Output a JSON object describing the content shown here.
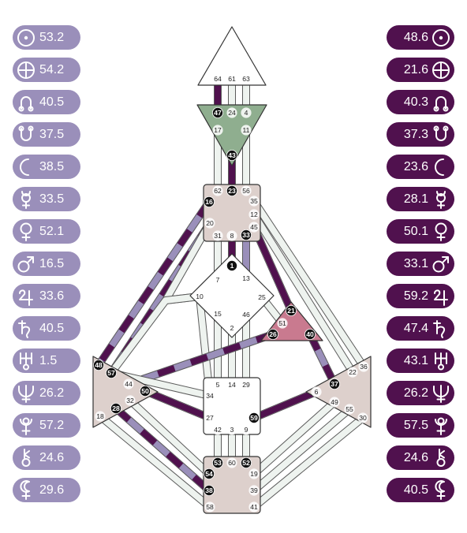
{
  "personality": [
    {
      "planet": "sun",
      "icon": "sun-icon",
      "value": "48.6"
    },
    {
      "planet": "earth",
      "icon": "earth-icon",
      "value": "21.6"
    },
    {
      "planet": "north-node",
      "icon": "north-node-icon",
      "value": "40.3"
    },
    {
      "planet": "south-node",
      "icon": "south-node-icon",
      "value": "37.3"
    },
    {
      "planet": "moon",
      "icon": "moon-icon",
      "value": "23.6"
    },
    {
      "planet": "mercury",
      "icon": "mercury-icon",
      "value": "28.1"
    },
    {
      "planet": "venus",
      "icon": "venus-icon",
      "value": "50.1"
    },
    {
      "planet": "mars",
      "icon": "mars-icon",
      "value": "33.1"
    },
    {
      "planet": "jupiter",
      "icon": "jupiter-icon",
      "value": "59.2"
    },
    {
      "planet": "saturn",
      "icon": "saturn-icon",
      "value": "47.4"
    },
    {
      "planet": "uranus",
      "icon": "uranus-icon",
      "value": "43.1"
    },
    {
      "planet": "neptune",
      "icon": "neptune-icon",
      "value": "26.2"
    },
    {
      "planet": "pluto",
      "icon": "pluto-icon",
      "value": "57.5"
    },
    {
      "planet": "chiron",
      "icon": "chiron-icon",
      "value": "24.6"
    },
    {
      "planet": "lilith",
      "icon": "lilith-icon",
      "value": "40.5"
    }
  ],
  "design": [
    {
      "planet": "sun",
      "icon": "sun-icon",
      "value": "53.2"
    },
    {
      "planet": "earth",
      "icon": "earth-icon",
      "value": "54.2"
    },
    {
      "planet": "north-node",
      "icon": "north-node-icon",
      "value": "40.5"
    },
    {
      "planet": "south-node",
      "icon": "south-node-icon",
      "value": "37.5"
    },
    {
      "planet": "moon",
      "icon": "moon-icon",
      "value": "38.5"
    },
    {
      "planet": "mercury",
      "icon": "mercury-icon",
      "value": "33.5"
    },
    {
      "planet": "venus",
      "icon": "venus-icon",
      "value": "52.1"
    },
    {
      "planet": "mars",
      "icon": "mars-icon",
      "value": "16.5"
    },
    {
      "planet": "jupiter",
      "icon": "jupiter-icon",
      "value": "33.6"
    },
    {
      "planet": "saturn",
      "icon": "saturn-icon",
      "value": "40.5"
    },
    {
      "planet": "uranus",
      "icon": "uranus-icon",
      "value": "1.5"
    },
    {
      "planet": "neptune",
      "icon": "neptune-icon",
      "value": "26.2"
    },
    {
      "planet": "pluto",
      "icon": "pluto-icon",
      "value": "57.2"
    },
    {
      "planet": "chiron",
      "icon": "chiron-icon",
      "value": "24.6"
    },
    {
      "planet": "lilith",
      "icon": "lilith-icon",
      "value": "29.6"
    }
  ],
  "colors": {
    "design": "#9a8fba",
    "personality": "#50114e",
    "channel_open": "#eef3ef",
    "center_head": "#ffffff",
    "center_ajna": "#8fae8f",
    "center_ego": "#c97a8f",
    "center_defined": "#ddd0cc",
    "center_open": "#ffffff"
  },
  "centers": [
    {
      "id": "head",
      "defined": false
    },
    {
      "id": "ajna",
      "defined": true
    },
    {
      "id": "throat",
      "defined": true
    },
    {
      "id": "g",
      "defined": false
    },
    {
      "id": "ego",
      "defined": true
    },
    {
      "id": "spleen",
      "defined": true
    },
    {
      "id": "solar-plexus",
      "defined": true
    },
    {
      "id": "sacral",
      "defined": false
    },
    {
      "id": "root",
      "defined": true
    }
  ],
  "gates": [
    {
      "num": "64",
      "active": false
    },
    {
      "num": "61",
      "active": false
    },
    {
      "num": "63",
      "active": false
    },
    {
      "num": "47",
      "active": true
    },
    {
      "num": "24",
      "active": false
    },
    {
      "num": "4",
      "active": false
    },
    {
      "num": "17",
      "active": false
    },
    {
      "num": "11",
      "active": false
    },
    {
      "num": "43",
      "active": true
    },
    {
      "num": "62",
      "active": false
    },
    {
      "num": "23",
      "active": true
    },
    {
      "num": "56",
      "active": false
    },
    {
      "num": "16",
      "active": true
    },
    {
      "num": "35",
      "active": false
    },
    {
      "num": "12",
      "active": false
    },
    {
      "num": "20",
      "active": false
    },
    {
      "num": "45",
      "active": false
    },
    {
      "num": "31",
      "active": false
    },
    {
      "num": "8",
      "active": false
    },
    {
      "num": "33",
      "active": true
    },
    {
      "num": "1",
      "active": true
    },
    {
      "num": "7",
      "active": false
    },
    {
      "num": "13",
      "active": false
    },
    {
      "num": "10",
      "active": false
    },
    {
      "num": "25",
      "active": false
    },
    {
      "num": "15",
      "active": false
    },
    {
      "num": "46",
      "active": false
    },
    {
      "num": "2",
      "active": false
    },
    {
      "num": "21",
      "active": true
    },
    {
      "num": "51",
      "active": false
    },
    {
      "num": "26",
      "active": true
    },
    {
      "num": "40",
      "active": true
    },
    {
      "num": "48",
      "active": true
    },
    {
      "num": "57",
      "active": true
    },
    {
      "num": "44",
      "active": false
    },
    {
      "num": "50",
      "active": true
    },
    {
      "num": "32",
      "active": false
    },
    {
      "num": "28",
      "active": true
    },
    {
      "num": "18",
      "active": false
    },
    {
      "num": "36",
      "active": false
    },
    {
      "num": "22",
      "active": false
    },
    {
      "num": "37",
      "active": true
    },
    {
      "num": "6",
      "active": false
    },
    {
      "num": "49",
      "active": false
    },
    {
      "num": "55",
      "active": false
    },
    {
      "num": "30",
      "active": false
    },
    {
      "num": "5",
      "active": false
    },
    {
      "num": "14",
      "active": false
    },
    {
      "num": "29",
      "active": false
    },
    {
      "num": "34",
      "active": false
    },
    {
      "num": "27",
      "active": false
    },
    {
      "num": "59",
      "active": true
    },
    {
      "num": "42",
      "active": false
    },
    {
      "num": "3",
      "active": false
    },
    {
      "num": "9",
      "active": false
    },
    {
      "num": "53",
      "active": true
    },
    {
      "num": "60",
      "active": false
    },
    {
      "num": "52",
      "active": true
    },
    {
      "num": "54",
      "active": true
    },
    {
      "num": "19",
      "active": false
    },
    {
      "num": "38",
      "active": true
    },
    {
      "num": "39",
      "active": false
    },
    {
      "num": "58",
      "active": false
    },
    {
      "num": "41",
      "active": false
    }
  ],
  "channels": [
    {
      "from": "64",
      "to": "47",
      "activation": "personality"
    },
    {
      "from": "61",
      "to": "24",
      "activation": "none"
    },
    {
      "from": "63",
      "to": "4",
      "activation": "none"
    },
    {
      "from": "17",
      "to": "62",
      "activation": "none"
    },
    {
      "from": "43",
      "to": "23",
      "activation": "personality"
    },
    {
      "from": "11",
      "to": "56",
      "activation": "none"
    },
    {
      "from": "16",
      "to": "48",
      "activation": "mixed"
    },
    {
      "from": "20",
      "to": "57",
      "activation": "mixed"
    },
    {
      "from": "31",
      "to": "7",
      "activation": "none"
    },
    {
      "from": "8",
      "to": "1",
      "activation": "personality"
    },
    {
      "from": "33",
      "to": "13",
      "activation": "design"
    },
    {
      "from": "45",
      "to": "21",
      "activation": "personality"
    },
    {
      "from": "35",
      "to": "36",
      "activation": "none"
    },
    {
      "from": "12",
      "to": "22",
      "activation": "none"
    },
    {
      "from": "10",
      "to": "20",
      "activation": "none"
    },
    {
      "from": "10",
      "to": "57",
      "activation": "none"
    },
    {
      "from": "10",
      "to": "34",
      "activation": "none"
    },
    {
      "from": "25",
      "to": "51",
      "activation": "none"
    },
    {
      "from": "15",
      "to": "5",
      "activation": "none"
    },
    {
      "from": "2",
      "to": "14",
      "activation": "none"
    },
    {
      "from": "46",
      "to": "29",
      "activation": "none"
    },
    {
      "from": "26",
      "to": "44",
      "activation": "mixed"
    },
    {
      "from": "40",
      "to": "37",
      "activation": "mixed"
    },
    {
      "from": "57",
      "to": "34",
      "activation": "none"
    },
    {
      "from": "50",
      "to": "27",
      "activation": "personality"
    },
    {
      "from": "32",
      "to": "54",
      "activation": "none"
    },
    {
      "from": "28",
      "to": "38",
      "activation": "mixed"
    },
    {
      "from": "18",
      "to": "58",
      "activation": "none"
    },
    {
      "from": "59",
      "to": "6",
      "activation": "personality"
    },
    {
      "from": "42",
      "to": "53",
      "activation": "none"
    },
    {
      "from": "3",
      "to": "60",
      "activation": "none"
    },
    {
      "from": "9",
      "to": "52",
      "activation": "none"
    },
    {
      "from": "19",
      "to": "49",
      "activation": "none"
    },
    {
      "from": "39",
      "to": "55",
      "activation": "none"
    },
    {
      "from": "41",
      "to": "30",
      "activation": "none"
    }
  ]
}
